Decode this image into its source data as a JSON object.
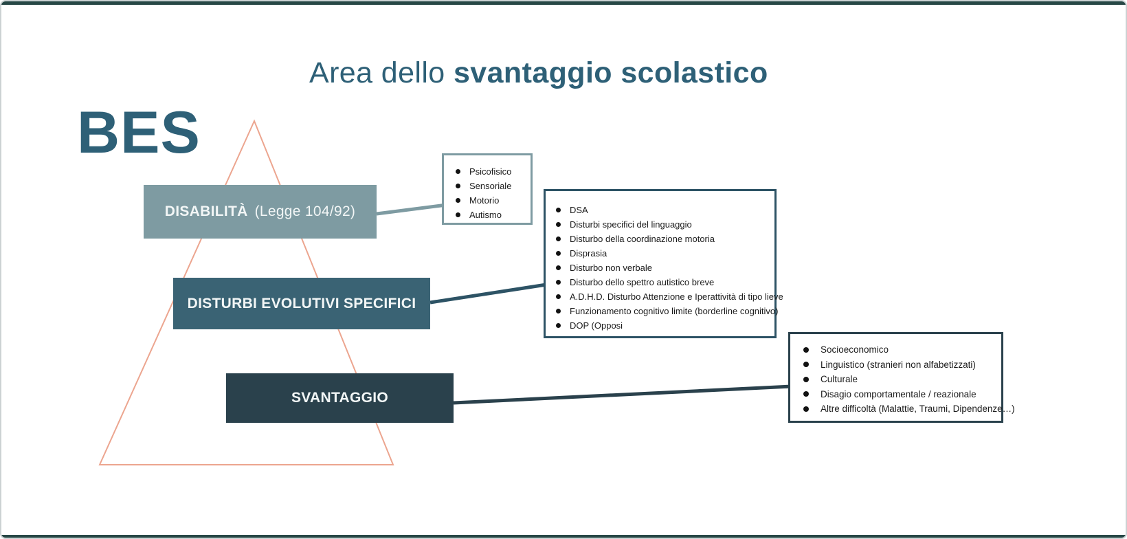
{
  "slide": {
    "title_regular": "Area dello ",
    "title_bold": "svantaggio scolastico",
    "bes_label": "BES"
  },
  "pyramid": {
    "levels": [
      {
        "label_bold": "DISABILITÀ",
        "label_regular": "(Legge 104/92)"
      },
      {
        "label_bold": "DISTURBI EVOLUTIVI SPECIFICI",
        "label_regular": ""
      },
      {
        "label_bold": "SVANTAGGIO",
        "label_regular": ""
      }
    ]
  },
  "lists": {
    "disabilita": {
      "items": [
        "Psicofisico",
        "Sensoriale",
        "Motorio",
        "Autismo"
      ]
    },
    "disturbi": {
      "items": [
        "DSA",
        "Disturbi specifici del linguaggio",
        "Disturbo della coordinazione motoria",
        "Disprasia",
        "Disturbo non verbale",
        "Disturbo dello spettro autistico breve",
        "A.D.H.D. Disturbo Attenzione e Iperattività di tipo lieve",
        "Funzionamento cognitivo limite (borderline cognitivo)",
        "DOP (Opposi"
      ]
    },
    "svantaggio": {
      "items": [
        "Socioeconomico",
        "Linguistico (stranieri non alfabetizzati)",
        "Culturale",
        "Disagio comportamentale / reazionale",
        "Altre difficoltà (Malattie, Traumi, Dipendenze…)"
      ]
    }
  },
  "colors": {
    "accent_text": "#2e6077",
    "level1": "#7e9ba2",
    "level2": "#3a6374",
    "level3": "#2a414c",
    "list2_border": "#2d5365",
    "triangle": "#eca58f",
    "bullet": "#121212",
    "edge_strip": "#264745"
  }
}
